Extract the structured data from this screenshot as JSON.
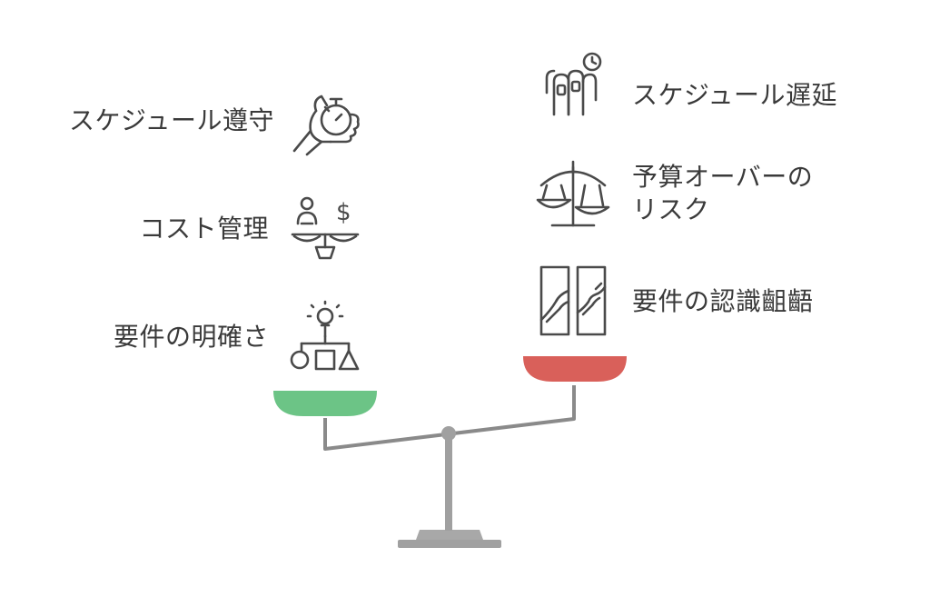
{
  "left_side": {
    "items": [
      {
        "label": "スケジュール遵守",
        "icon": "hand-stopwatch-icon"
      },
      {
        "label": "コスト管理",
        "icon": "person-dollar-scale-icon"
      },
      {
        "label": "要件の明確さ",
        "icon": "lightbulb-shapes-scale-icon"
      }
    ],
    "pan_color": "#6cc486"
  },
  "right_side": {
    "items": [
      {
        "label": "スケジュール遅延",
        "icon": "fingers-clock-icon"
      },
      {
        "label_line1": "予算オーバーの",
        "label_line2": "リスク",
        "icon": "unbalanced-scale-icon"
      },
      {
        "label": "要件の認識齟齬",
        "icon": "split-panels-icon"
      }
    ],
    "pan_color": "#d9605a"
  },
  "colors": {
    "beam": "#8a8a8a",
    "stand": "#a0a0a0",
    "icon_stroke": "#4a4a4a",
    "text": "#3a3a3a"
  }
}
